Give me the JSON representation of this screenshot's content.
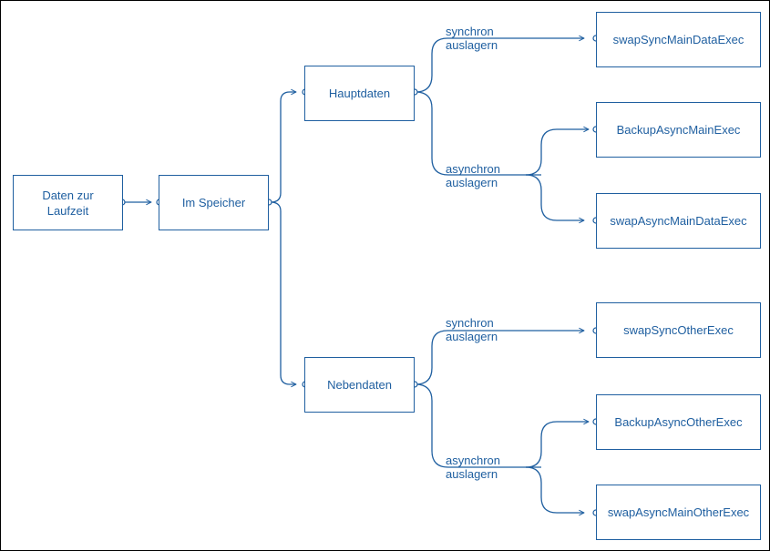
{
  "colors": {
    "line": "#1f5fa0",
    "text": "#1f5fa0",
    "frame": "#000000"
  },
  "nodes": {
    "runtime": "Daten zur\nLaufzeit",
    "memory": "Im Speicher",
    "main": "Hauptdaten",
    "other": "Nebendaten",
    "swap_sync_main": "swapSyncMainDataExec",
    "backup_async_main": "BackupAsyncMainExec",
    "swap_async_main": "swapAsyncMainDataExec",
    "swap_sync_other": "swapSyncOtherExec",
    "backup_async_other": "BackupAsyncOtherExec",
    "swap_async_main_other": "swapAsyncMainOtherExec"
  },
  "edge_labels": {
    "main_sync": [
      "synchron",
      "auslagern"
    ],
    "main_async": [
      "asynchron",
      "auslagern"
    ],
    "other_sync": [
      "synchron",
      "auslagern"
    ],
    "other_async": [
      "asynchron",
      "auslagern"
    ]
  }
}
